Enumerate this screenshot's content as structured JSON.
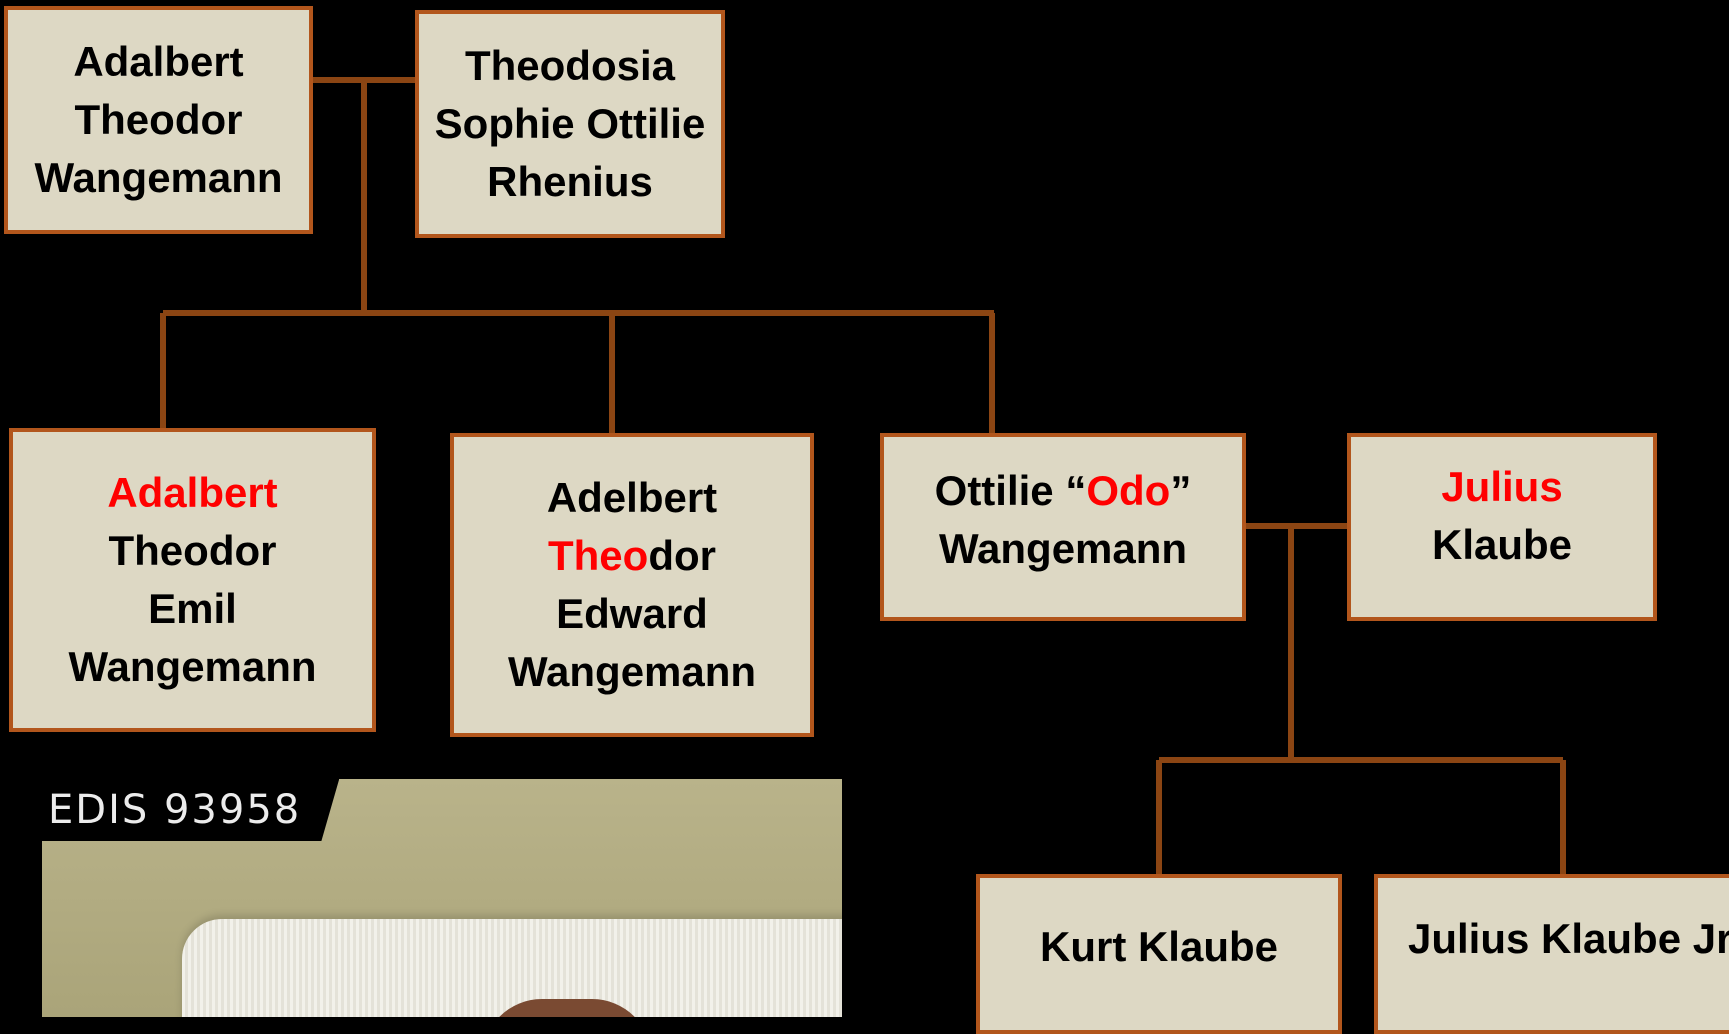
{
  "colors": {
    "background": "#000000",
    "box_fill": "#ddd8c4",
    "box_border": "#b2561c",
    "connector": "#8b4513",
    "name_text": "#000000",
    "highlight_text": "#ff0000"
  },
  "people": {
    "adalbert_sr": {
      "line1": "Adalbert",
      "line2": "Theodor",
      "line3": "Wangemann"
    },
    "theodosia": {
      "line1": "Theodosia",
      "line2": "Sophie Ottilie",
      "line3": "Rhenius"
    },
    "adalbert_jr": {
      "line1_red": "Adalbert",
      "line2": "Theodor",
      "line3": "Emil",
      "line4": "Wangemann"
    },
    "adelbert": {
      "line1": "Adelbert",
      "line2_red": "Theo",
      "line2_rest": "dor",
      "line3": "Edward",
      "line4": "Wangemann"
    },
    "ottilie": {
      "line1_pre": "Ottilie “",
      "line1_red": "Odo",
      "line1_post": "”",
      "line2": "Wangemann"
    },
    "julius": {
      "line1_red": "Julius",
      "line2": "Klaube"
    },
    "kurt": {
      "line1": "Kurt Klaube"
    },
    "julius_jr": {
      "line1": "Julius Klaube Jr."
    }
  },
  "photo": {
    "label": "EDIS 93958"
  }
}
